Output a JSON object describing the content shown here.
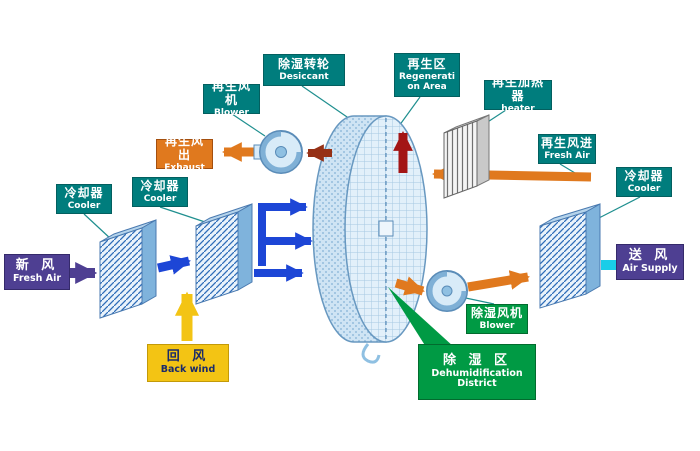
{
  "colors": {
    "teal": "#007d7d",
    "orange": "#e0791e",
    "purple": "#4e3f92",
    "yellow": "#f3c414",
    "yellow_text": "#1a2a6b",
    "green": "#009a44",
    "blue": "#1d46d6",
    "red": "#a31515",
    "darkred": "#963116",
    "cyan": "#19cde8",
    "wheel_fill": "#cfe4f4",
    "wheel_stroke": "#6898c0",
    "hatch_blue": "#2e6db8"
  },
  "labels": {
    "desiccant": {
      "zh": "除湿转轮",
      "en": "Desiccant"
    },
    "regen_area": {
      "zh": "再生区",
      "en": "Regeneration Area"
    },
    "regen_blower": {
      "zh": "再生风机",
      "en": "Blower"
    },
    "regen_heater": {
      "zh": "再生加热器",
      "en": "heater"
    },
    "exhaust": {
      "zh": "再生风出",
      "en": "Exhaust"
    },
    "regen_fresh": {
      "zh": "再生风进",
      "en": "Fresh Air"
    },
    "cooler_left1": {
      "zh": "冷却器",
      "en": "Cooler"
    },
    "cooler_left2": {
      "zh": "冷却器",
      "en": "Cooler"
    },
    "cooler_right": {
      "zh": "冷却器",
      "en": "Cooler"
    },
    "fresh_air": {
      "zh": "新 风",
      "en": "Fresh Air"
    },
    "air_supply": {
      "zh": "送 风",
      "en": "Air Supply"
    },
    "back_wind": {
      "zh": "回 风",
      "en": "Back wind"
    },
    "dehum_blower": {
      "zh": "除湿风机",
      "en": "Blower"
    },
    "dehum_district": {
      "zh": "除 湿 区",
      "en": "Dehumidification District"
    }
  }
}
